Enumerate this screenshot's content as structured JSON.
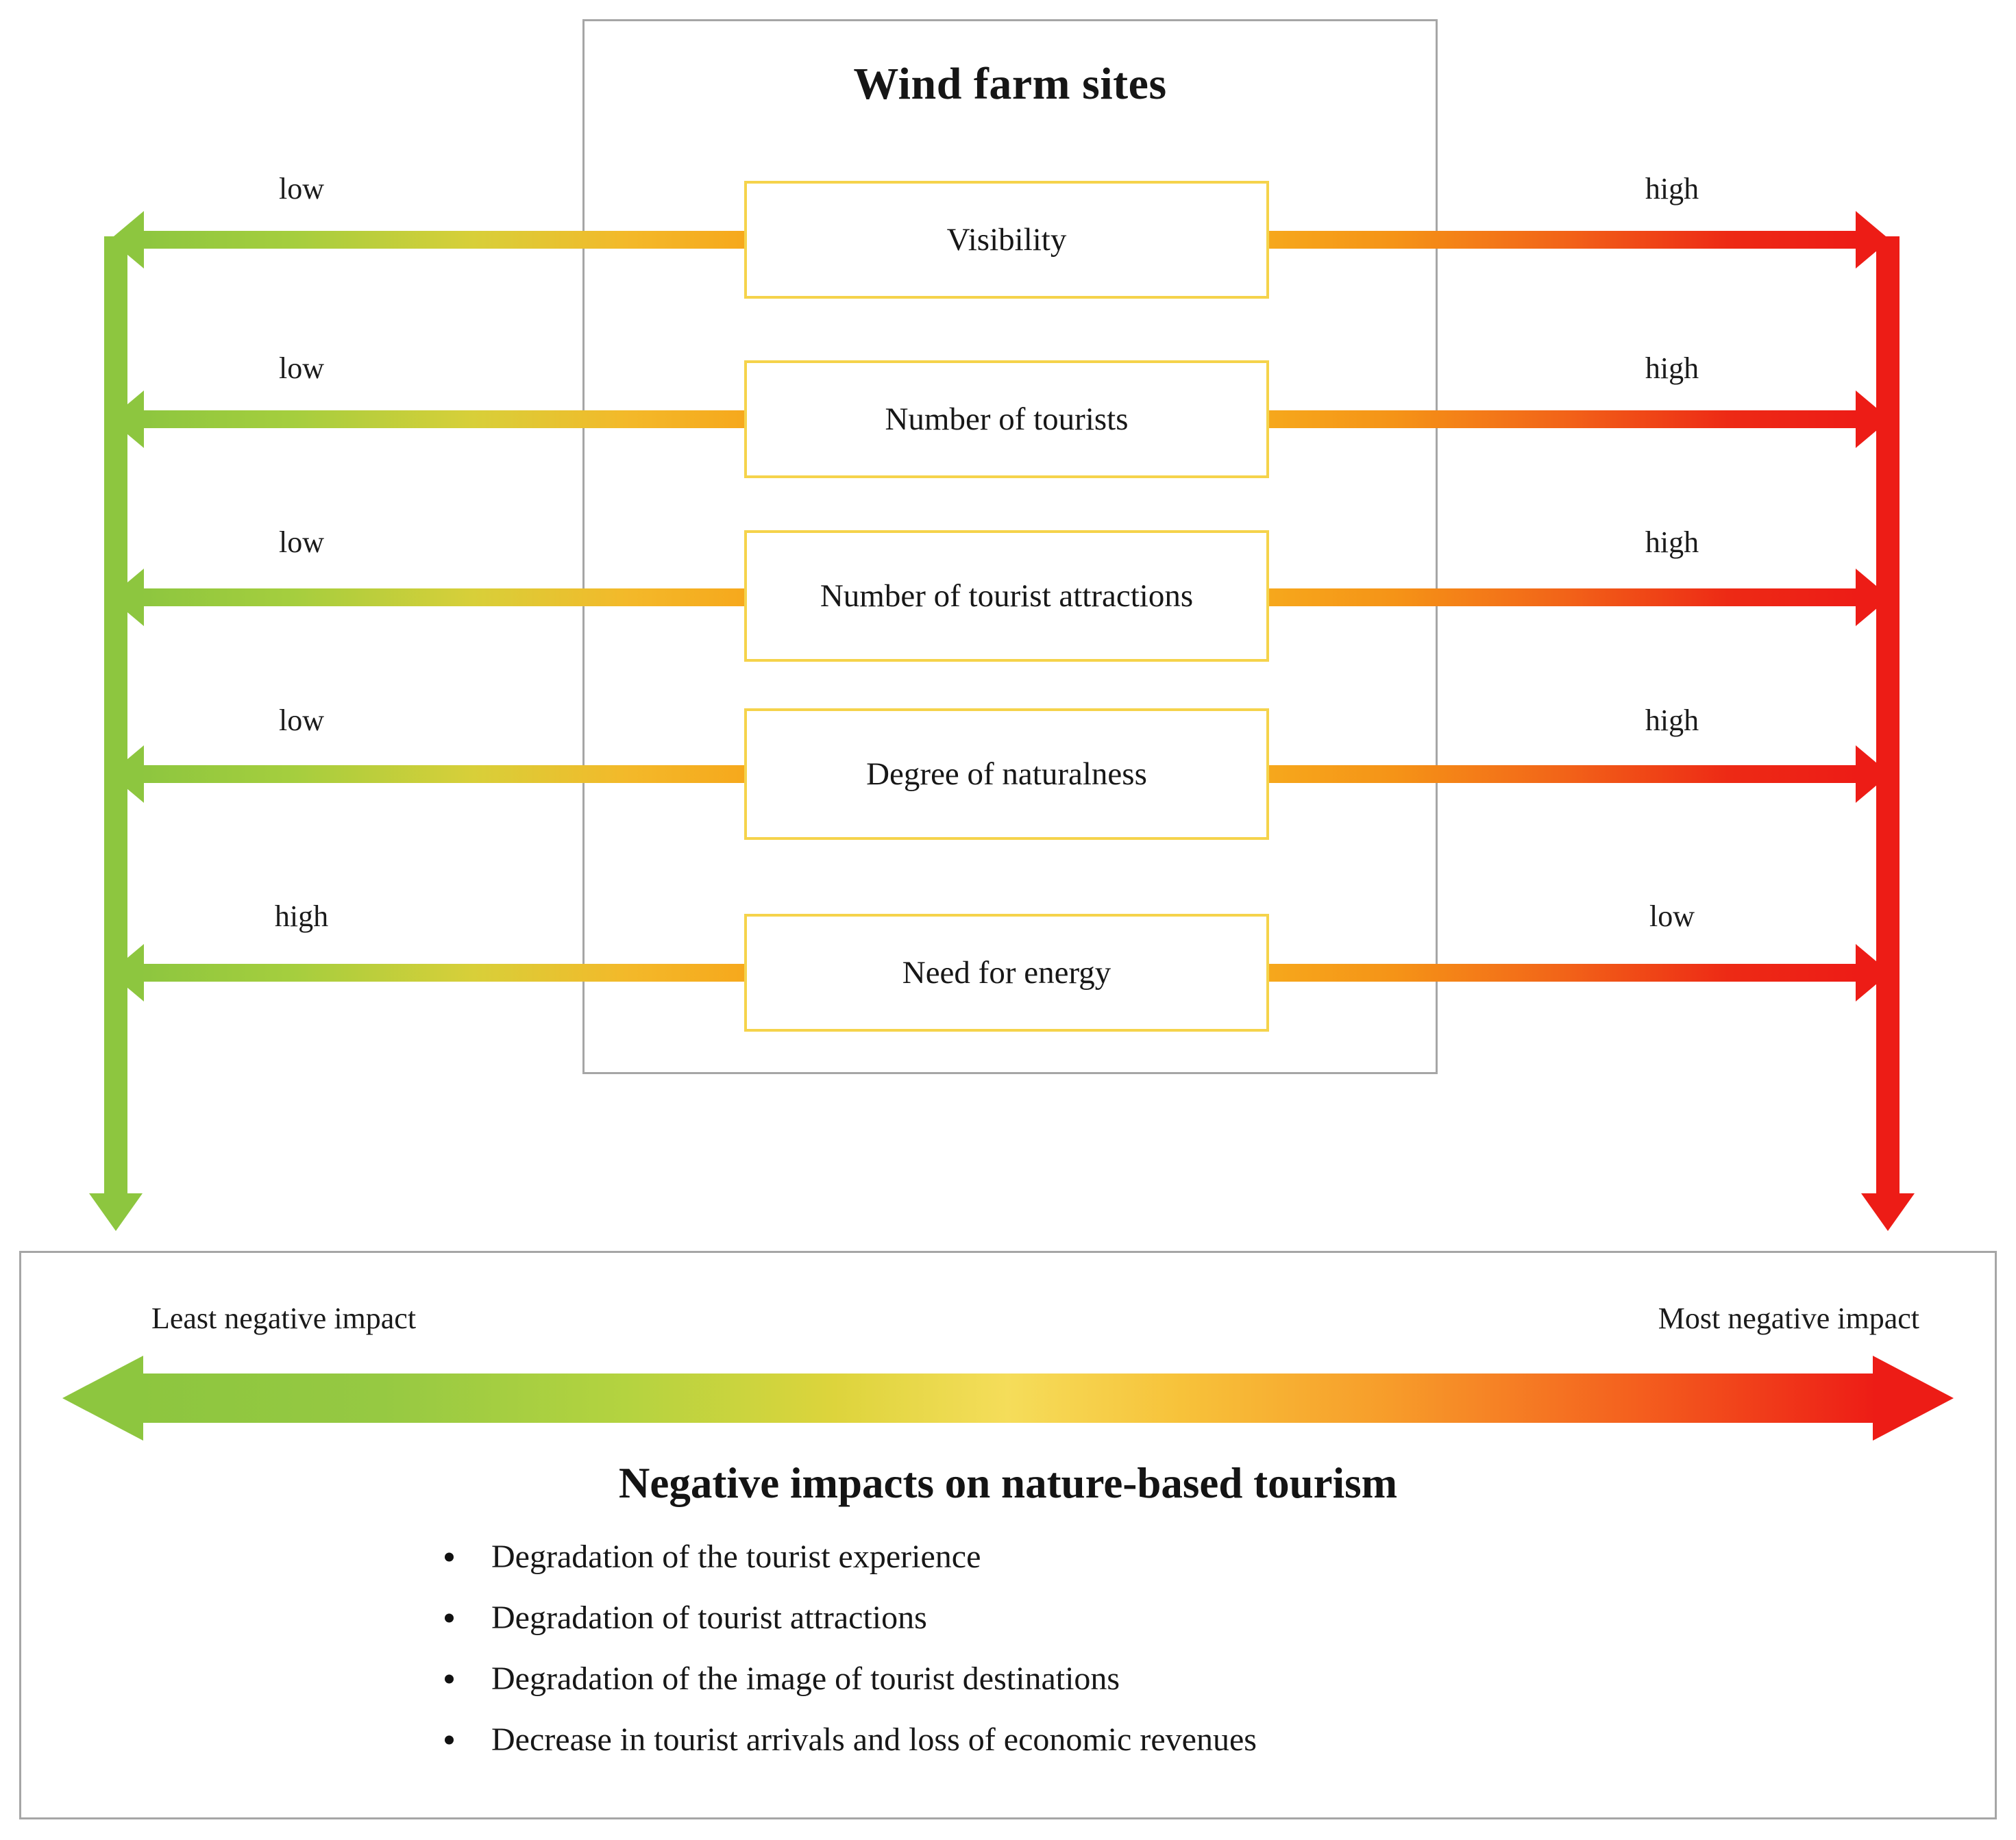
{
  "diagram": {
    "top_section": {
      "container_title": "Wind farm sites",
      "container_border_color": "#a6a6a6",
      "rows": [
        {
          "factor": "Visibility",
          "left_label": "low",
          "right_label": "high",
          "left_arrow_icon": "arrow-left-icon",
          "right_arrow_icon": "arrow-right-icon"
        },
        {
          "factor": "Number of tourists",
          "left_label": "low",
          "right_label": "high",
          "left_arrow_icon": "arrow-left-icon",
          "right_arrow_icon": "arrow-right-icon"
        },
        {
          "factor": "Number of tourist attractions",
          "left_label": "low",
          "right_label": "high",
          "left_arrow_icon": "arrow-left-icon",
          "right_arrow_icon": "arrow-right-icon"
        },
        {
          "factor": "Degree of naturalness",
          "left_label": "low",
          "right_label": "high",
          "left_arrow_icon": "arrow-left-icon",
          "right_arrow_icon": "arrow-right-icon"
        },
        {
          "factor": "Need for energy",
          "left_label": "high",
          "right_label": "low",
          "left_arrow_icon": "arrow-left-icon",
          "right_arrow_icon": "arrow-right-icon"
        }
      ],
      "left_connector_icon": "arrow-down-icon",
      "right_connector_icon": "arrow-down-icon"
    },
    "bottom_panel": {
      "scale_left_label": "Least negative impact",
      "scale_right_label": "Most negative impact",
      "scale_icon": "double-headed-arrow-icon",
      "heading": "Negative impacts on nature-based tourism",
      "impacts": [
        "Degradation of the tourist experience",
        "Degradation of tourist attractions",
        "Degradation of the image of tourist destinations",
        "Decrease in tourist arrivals and loss of economic revenues"
      ]
    },
    "colors": {
      "green": "#8dc63f",
      "yellow": "#f6a81c",
      "orange": "#f26418",
      "red": "#ed1c16",
      "box_border": "#f5d34b",
      "panel_border": "#a6a6a6"
    }
  }
}
